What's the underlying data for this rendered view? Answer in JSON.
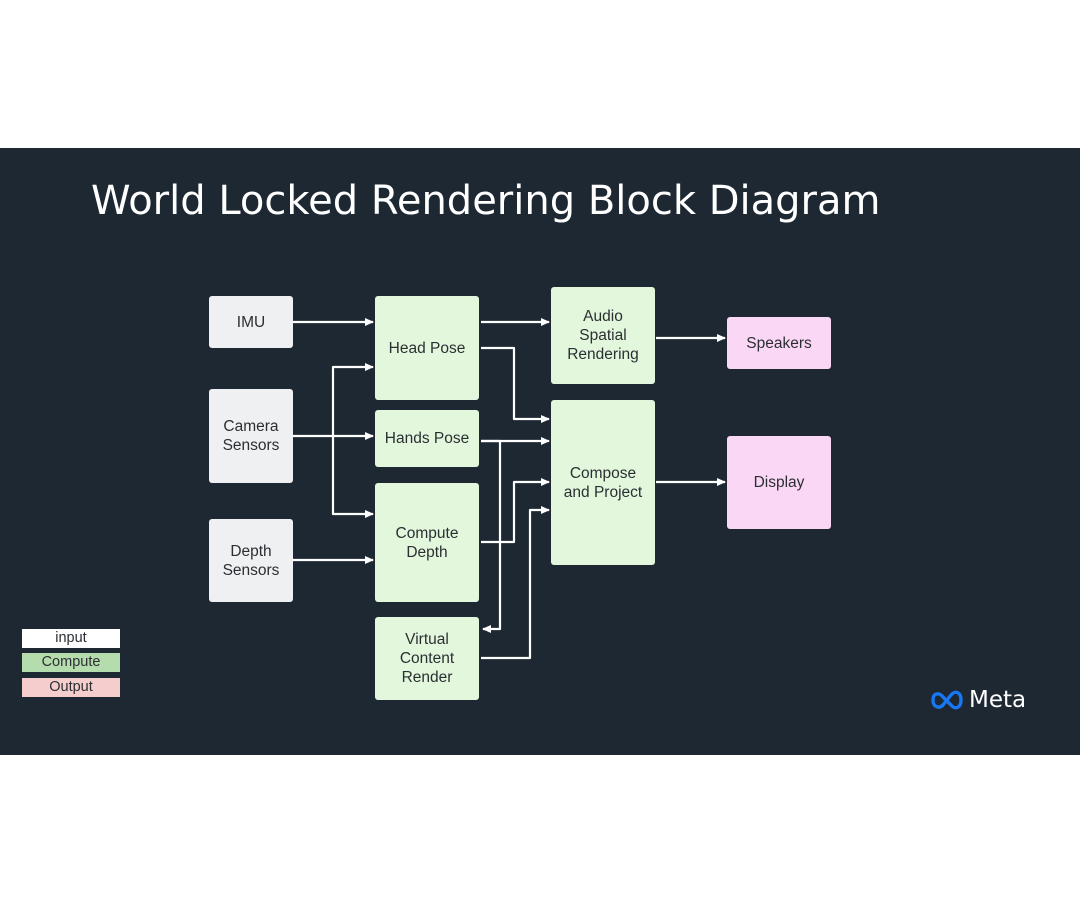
{
  "title": "World Locked Rendering Block Diagram",
  "blocks": {
    "imu": "IMU",
    "camera": "Camera\nSensors",
    "depth": "Depth\nSensors",
    "head_pose": "Head Pose",
    "hands_pose": "Hands Pose",
    "compute_depth": "Compute\nDepth",
    "virtual_content": "Virtual\nContent\nRender",
    "audio": "Audio\nSpatial\nRendering",
    "compose": "Compose\nand Project",
    "speakers": "Speakers",
    "display": "Display"
  },
  "legend": {
    "input": "input",
    "compute": "Compute",
    "output": "Output"
  },
  "logo": {
    "icon": "meta-infinity-icon",
    "text": "Meta"
  },
  "colors": {
    "background": "#1d2833",
    "input": "#eef0f2",
    "compute": "#e2f7dc",
    "output": "#fbd7f6",
    "logo_blue": "#1877f2"
  }
}
